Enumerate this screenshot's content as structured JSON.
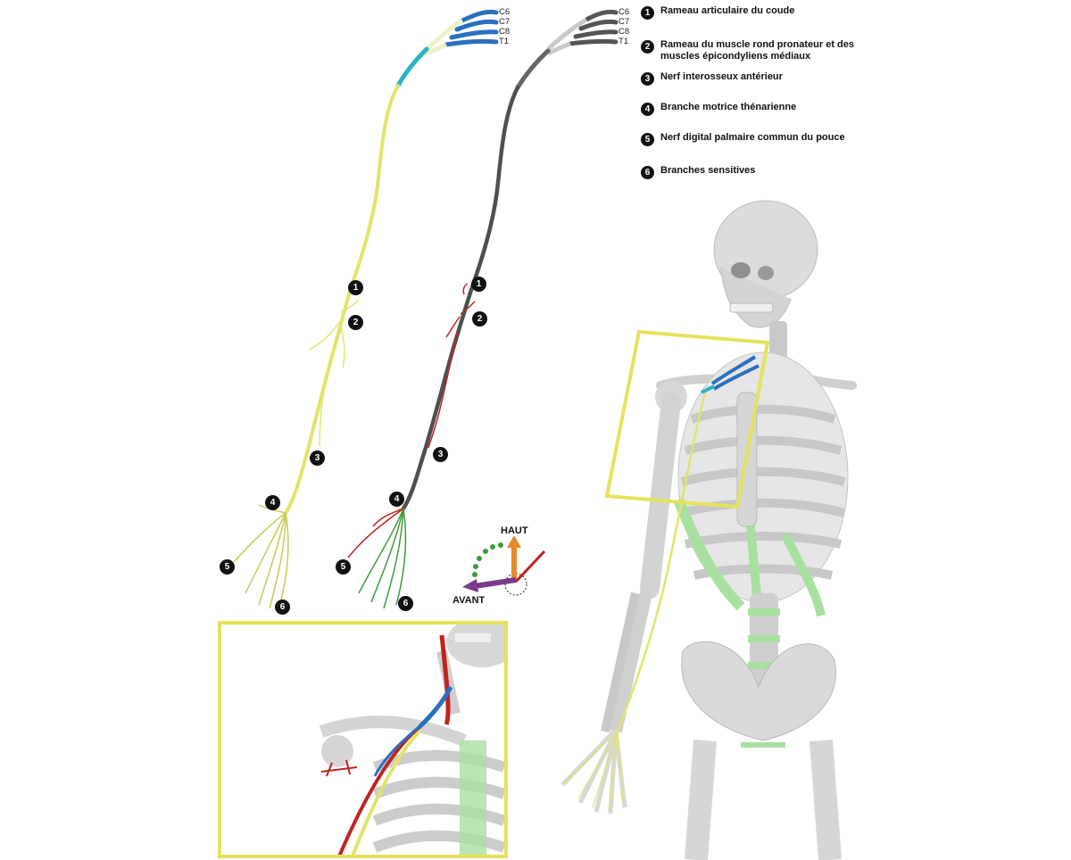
{
  "legend": [
    {
      "num": "1",
      "text": "Rameau articulaire du coude"
    },
    {
      "num": "2",
      "text": "Rameau du muscle rond pronateur et des muscles épicondyliens médiaux"
    },
    {
      "num": "3",
      "text": "Nerf interosseux antérieur"
    },
    {
      "num": "4",
      "text": "Branche motrice thénarienne"
    },
    {
      "num": "5",
      "text": "Nerf digital palmaire commun du pouce"
    },
    {
      "num": "6",
      "text": "Branches sensitives"
    }
  ],
  "roots": [
    "C6",
    "C7",
    "C8",
    "T1"
  ],
  "orientation": {
    "up": "HAUT",
    "front": "AVANT"
  },
  "colors": {
    "nerve_yellow": "#e0e56a",
    "nerve_gray": "#4f4f4f",
    "root_blue": "#2a6fc0",
    "plexus_teal": "#2bb3c2",
    "branch_red": "#c0231e",
    "branch_green": "#3a9d3a",
    "frame": "#e6e25c",
    "bone": "#d6d6d6",
    "cartilage": "#a8e0a0",
    "marker": "#111111",
    "arrow_up": "#e58a2a",
    "arrow_front": "#7a3a8a"
  }
}
